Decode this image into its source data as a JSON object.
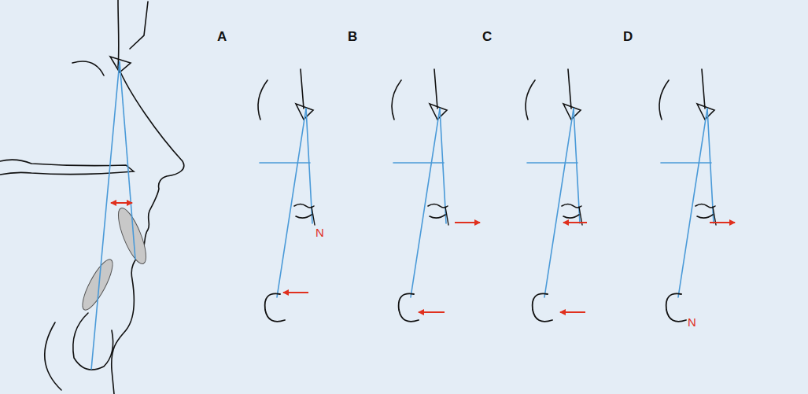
{
  "diagram": {
    "labels": [
      "A",
      "B",
      "C",
      "D",
      "N",
      "N"
    ]
  }
}
